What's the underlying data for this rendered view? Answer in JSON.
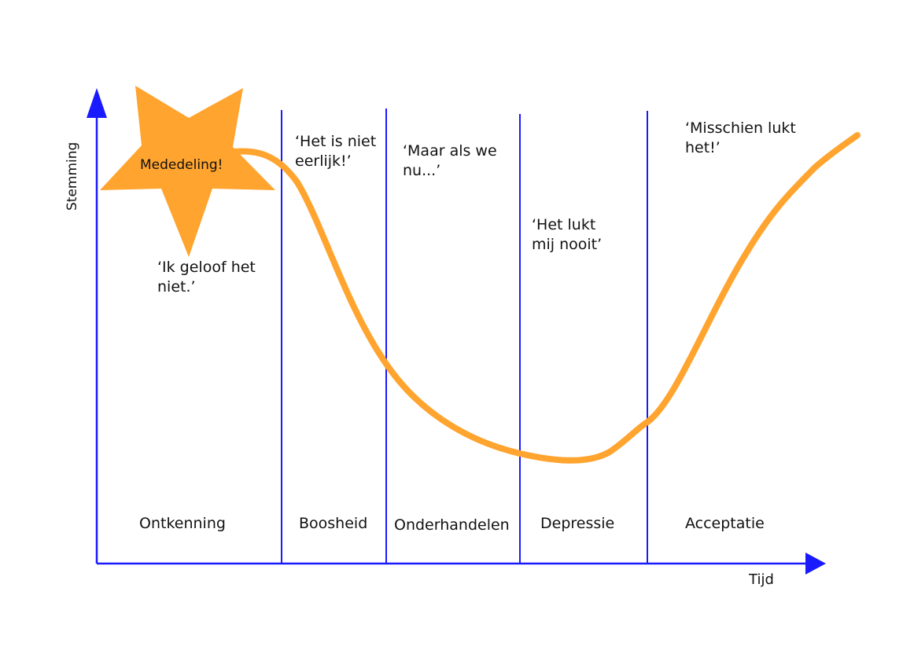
{
  "diagram": {
    "y_axis_label": "Stemming",
    "x_axis_label": "Tijd",
    "announcement_label": "Mededeling!",
    "phases": [
      {
        "name": "Ontkenning",
        "quote": "‘Ik geloof het\nniet.’"
      },
      {
        "name": "Boosheid",
        "quote": "‘Het is niet\neerlijk!’"
      },
      {
        "name": "Onderhandelen",
        "quote": "‘Maar als we\nnu...’"
      },
      {
        "name": "Depressie",
        "quote": "‘Het lukt\nmij nooit’"
      },
      {
        "name": "Acceptatie",
        "quote": "‘Misschien lukt\nhet!’"
      }
    ],
    "colors": {
      "axis": "#1a1aff",
      "curve": "#ffa42e",
      "star": "#ffa42e"
    }
  }
}
